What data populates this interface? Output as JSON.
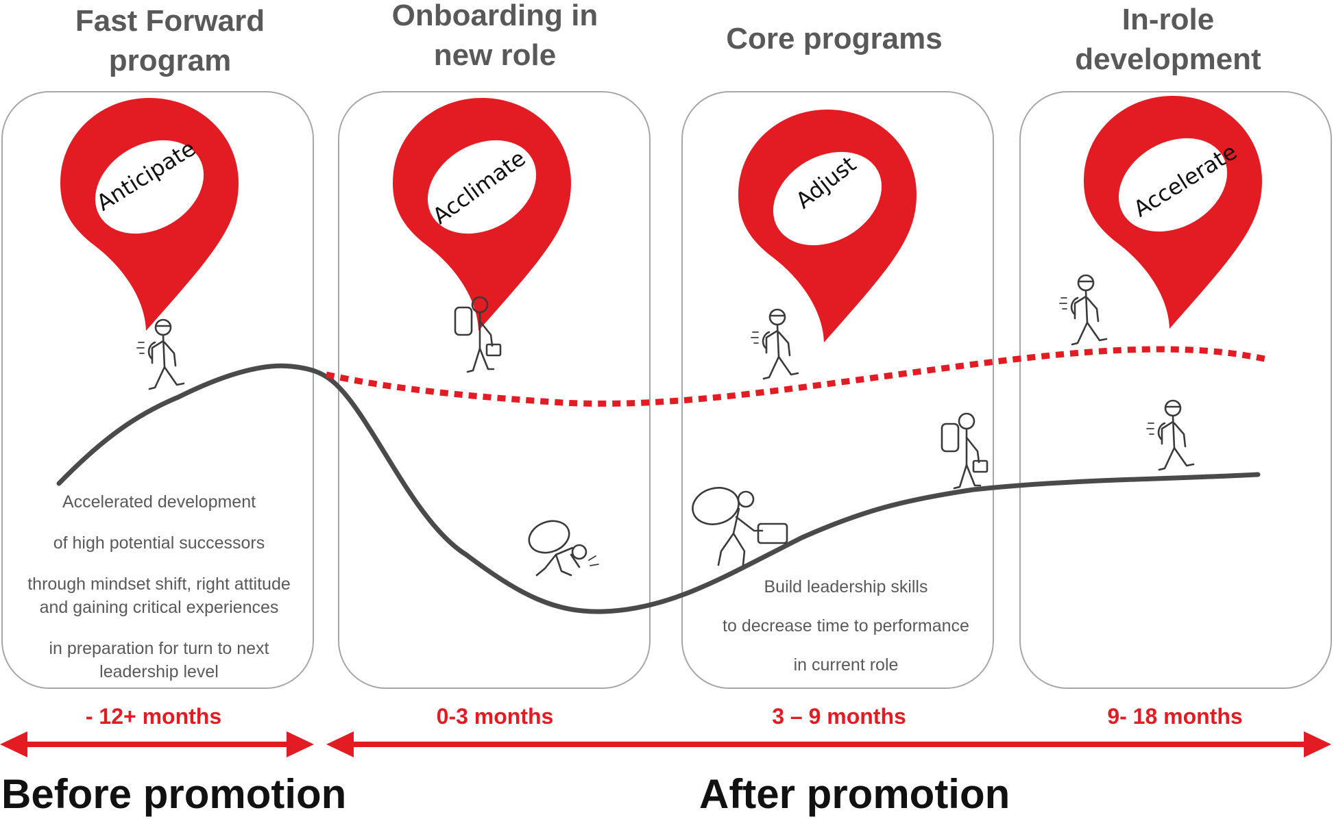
{
  "colors": {
    "accent": "#e31b23",
    "title_gray": "#595959",
    "border_gray": "#a6a6a6",
    "curve_dark": "#4a4a4a",
    "label_black": "#111111"
  },
  "stages": [
    {
      "title": "Fast Forward\nprogram",
      "pin_label": "Anticipate",
      "duration": "- 12+  months",
      "description": [
        "Accelerated development",
        "of high potential successors",
        "through mindset shift, right attitude",
        "and gaining critical experiences",
        "in preparation for turn to next",
        "leadership level"
      ]
    },
    {
      "title": "Onboarding in\nnew role",
      "pin_label": "Acclimate",
      "duration": "0-3 months",
      "description": []
    },
    {
      "title": "Core programs",
      "pin_label": "Adjust",
      "duration": "3 – 9 months",
      "description": [
        "Build leadership skills",
        "to decrease time to performance",
        "in current role"
      ]
    },
    {
      "title": "In-role\ndevelopment",
      "pin_label": "Accelerate",
      "duration": "9- 18  months",
      "description": []
    }
  ],
  "phases": {
    "before": "Before promotion",
    "after": "After promotion"
  },
  "icons": {
    "pin": "map-pin-icon",
    "walker": "walking-person-icon",
    "struggler": "struggling-person-icon",
    "arrow": "double-arrow-icon"
  }
}
